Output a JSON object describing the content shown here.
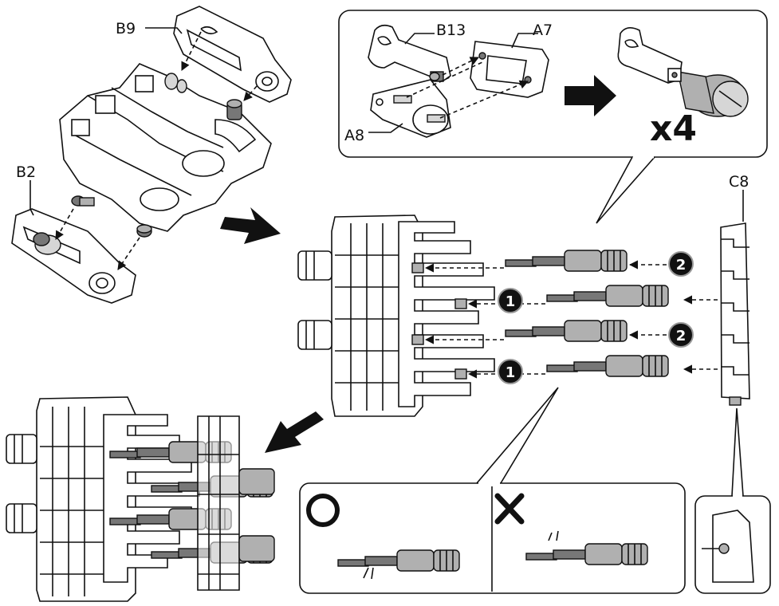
{
  "labels": {
    "b9": "B9",
    "b2": "B2",
    "b13": "B13",
    "a7": "A7",
    "a8": "A8",
    "c8": "C8"
  },
  "quantity": "x4",
  "steps": {
    "one": "1",
    "two": "2"
  },
  "verdict": {
    "correct": "O",
    "wrong": "X"
  }
}
